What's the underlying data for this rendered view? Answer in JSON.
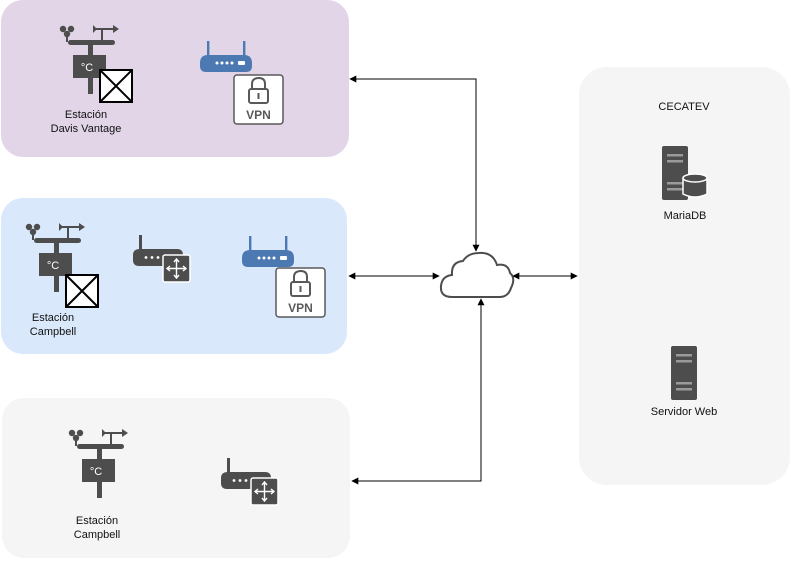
{
  "stations": [
    {
      "id": "davis",
      "label_line1": "Estación",
      "label_line2": "Davis Vantage"
    },
    {
      "id": "campbell-vpn",
      "label_line1": "Estación",
      "label_line2": "Campbell"
    },
    {
      "id": "campbell-plain",
      "label_line1": "Estación",
      "label_line2": "Campbell"
    }
  ],
  "vpn_text": "VPN",
  "temperature_unit": "°C",
  "datacenter": {
    "title": "CECATEV",
    "servers": [
      {
        "label": "MariaDB",
        "icon": "database-server-icon"
      },
      {
        "label": "Servidor Web",
        "icon": "server-icon"
      }
    ]
  },
  "colors": {
    "panel_purple": "#e1d5e7",
    "panel_blue": "#dae8fc",
    "panel_gray": "#f5f5f5",
    "icon_dark": "#4d4d4d",
    "router_blue": "#4d79b3"
  }
}
